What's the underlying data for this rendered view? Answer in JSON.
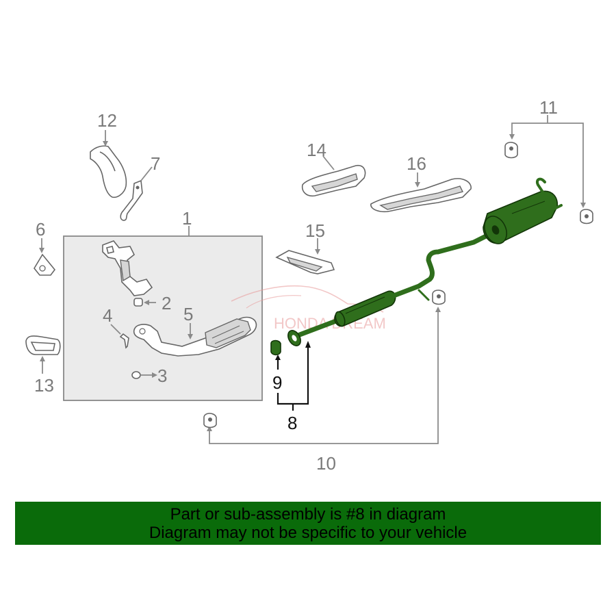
{
  "callouts": {
    "c1": "1",
    "c2": "2",
    "c3": "3",
    "c4": "4",
    "c5": "5",
    "c6": "6",
    "c7": "7",
    "c8": "8",
    "c9": "9",
    "c10": "10",
    "c11": "11",
    "c12": "12",
    "c13": "13",
    "c14": "14",
    "c15": "15",
    "c16": "16"
  },
  "watermark": {
    "text": "HONDA DREAM"
  },
  "colors": {
    "highlight": "#2f6e1c",
    "banner": "#0a6b0a",
    "watermark": "#e89a9a"
  },
  "banner": {
    "line1": "Part or sub-assembly is #8 in diagram",
    "line2": "Diagram may not be specific to your vehicle"
  }
}
